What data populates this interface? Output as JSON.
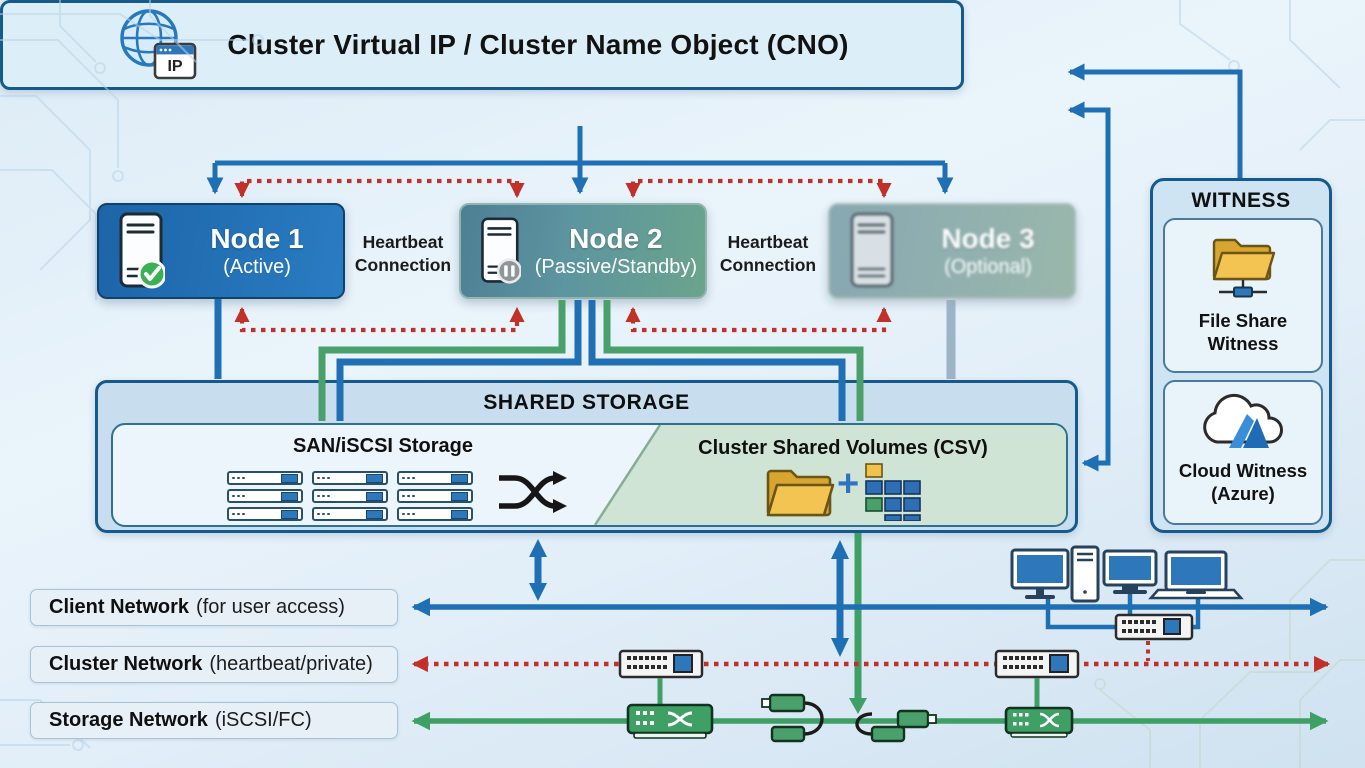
{
  "cno": {
    "label": "Cluster Virtual IP / Cluster Name Object (CNO)",
    "badge": "IP"
  },
  "heartbeat_label": "Heartbeat Connection",
  "nodes": [
    {
      "name": "Node 1",
      "state": "(Active)",
      "status_icon": "check-badge"
    },
    {
      "name": "Node 2",
      "state": "(Passive/Standby)",
      "status_icon": "pause-badge"
    },
    {
      "name": "Node 3",
      "state": "(Optional)",
      "status_icon": "none"
    }
  ],
  "witness": {
    "title": "WITNESS",
    "file_share_label": "File Share Witness",
    "cloud_label": "Cloud Witness (Azure)"
  },
  "storage": {
    "title": "SHARED STORAGE",
    "san_label": "SAN/iSCSI Storage",
    "csv_label": "Cluster Shared Volumes (CSV)",
    "csv_plus": "+"
  },
  "networks": [
    {
      "name": "Client Network",
      "detail": "(for user access)",
      "color": "#1f6fb4",
      "style": "solid"
    },
    {
      "name": "Cluster Network",
      "detail": "(heartbeat/private)",
      "color": "#c2302a",
      "style": "dotted"
    },
    {
      "name": "Storage Network",
      "detail": "(iSCSI/FC)",
      "color": "#3fa065",
      "style": "solid"
    }
  ],
  "colors": {
    "blue": "#1f6fb4",
    "red": "#c2302a",
    "green": "#3fa065",
    "node3_line": "#8fa9bd"
  }
}
